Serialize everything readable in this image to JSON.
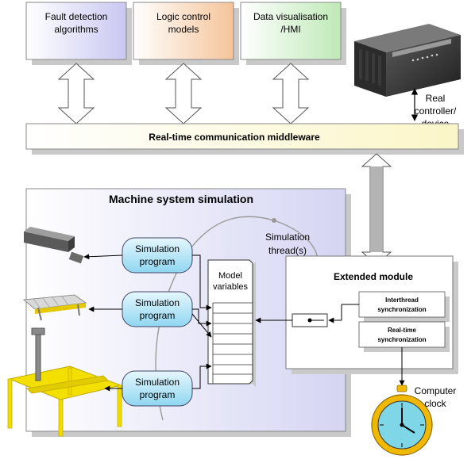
{
  "top_boxes": [
    {
      "line1": "Fault detection",
      "line2": "algorithms",
      "color": "#c9c8f2"
    },
    {
      "line1": "Logic control",
      "line2": "models",
      "color": "#f5c49a"
    },
    {
      "line1": "Data visualisation",
      "line2": "/HMI",
      "color": "#bfe9b7"
    }
  ],
  "controller": {
    "line1": "Real",
    "line2": "controller/",
    "line3": "device"
  },
  "middleware": {
    "label": "Real-time communication middleware",
    "color": "#fbf7cf"
  },
  "simulation": {
    "title": "Machine system simulation",
    "thread_line1": "Simulation",
    "thread_line2": "thread(s)",
    "programs": [
      {
        "line1": "Simulation",
        "line2": "program"
      },
      {
        "line1": "Simulation",
        "line2": "program"
      },
      {
        "line1": "Simulation",
        "line2": "program"
      }
    ],
    "model_vars": {
      "line1": "Model",
      "line2": "variables"
    }
  },
  "extended": {
    "title": "Extended module",
    "interthread_line1": "Interthread",
    "interthread_line2": "synchronization",
    "realtime_line1": "Real-time",
    "realtime_line2": "synchronization"
  },
  "clock": {
    "line1": "Computer",
    "line2": "clock"
  },
  "colors": {
    "program_fill": "#a9e1f5",
    "sim_fill": "#d8d8f4",
    "clock_face": "#7fd6e6",
    "clock_rim": "#f0b800"
  }
}
